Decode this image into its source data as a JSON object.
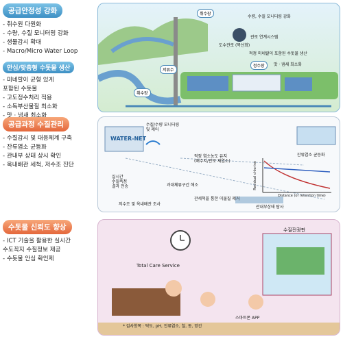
{
  "section1": {
    "header": "공급안정성 강화",
    "bullets": [
      "- 취수원 다원화",
      "- 수량, 수질 모니터링 강화",
      "- 생물감시 확대",
      "- Macro/Micro Water Loop"
    ],
    "subheader": "안심/맞춤형 수돗물 생산",
    "bullets2": [
      "- 미네랄이 균형 있게",
      "   포함된 수돗물",
      "- 고도정수처리 적용",
      "- 소독부산물질 최소화",
      "- 맛 · 냄새 최소화"
    ],
    "labels": {
      "intake_top": "취수장",
      "monitor": "수량, 수질 모니터링 강화",
      "network": "관로 연계시스템",
      "reservoir": "도수관로\n(복선화)",
      "mineral": "적정 미네랄이 포함된 수돗물 생산",
      "taste": "맛 · 냄새 최소화",
      "purification": "정수장",
      "reservoir_low": "저류수",
      "intake_bottom": "취수장"
    }
  },
  "section2": {
    "header": "공급과정 수질관리",
    "bullets": [
      "- 수질감시 및 대응체계 구축",
      "- 잔류염소 균등화",
      "- 관내부 상태 상시 확인",
      "- 옥내배관 세척, 저수조 진단"
    ],
    "labels": {
      "brand": "WATER-NET",
      "monitor": "수질/수량 모니터링\n및 제어",
      "chlorine_keep": "적정 염소농도 유지\n(배수지/관로 재염소)",
      "chlorine_even": "잔류염소 균등화",
      "realtime": "실시간\n수질측정\n결과 전송",
      "overflow": "과대체류구간 해소",
      "tank_check": "저수조 및 옥내배관 조사",
      "scale": "관세척을 통한 이물질 제거",
      "pipe_check": "관내부상태 탐사",
      "axis_x": "Distance (or retention time)",
      "axis_y": "Residual chlorine"
    }
  },
  "section3": {
    "header": "수돗물 신뢰도 향상",
    "bullets": [
      "- ICT 기술을 활용한 실시간",
      "   수도꼭지 수질정보 제공",
      "- 수돗물 안심 확인제"
    ],
    "labels": {
      "service": "Total Care Service",
      "display": "수질전광판",
      "note": "* 검사항목 : 탁도, pH, 잔류염소, 철, 동, 망간",
      "app": "스마트폰 APP"
    }
  },
  "colors": {
    "blue_header": "#3d8fc4",
    "orange_header": "#e4673b",
    "pink_panel": "#f4e4ef"
  }
}
